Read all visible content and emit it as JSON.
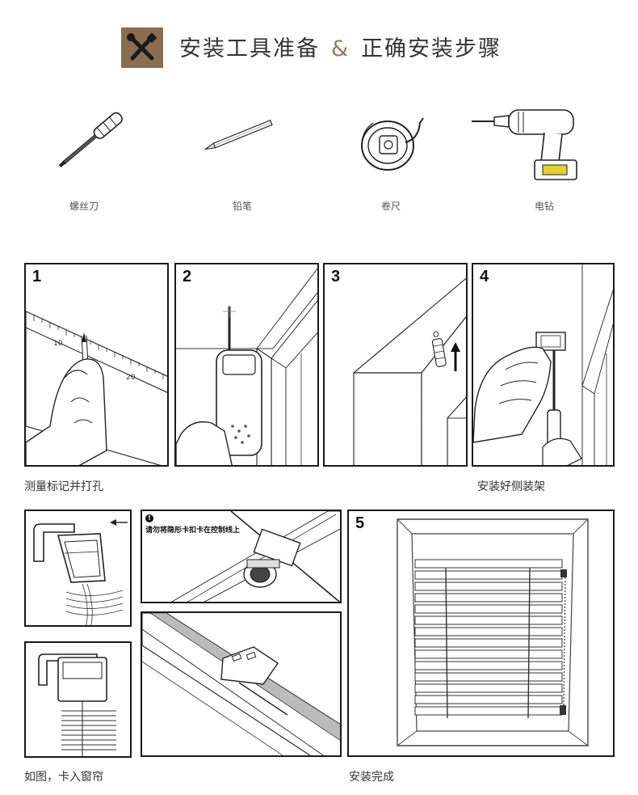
{
  "header": {
    "title_left": "安装工具准备",
    "ampersand": "&",
    "title_right": "正确安装步骤",
    "icon": "tools-cross-icon",
    "icon_color": "#8a6d50"
  },
  "tools": [
    {
      "label": "螺丝刀",
      "icon": "screwdriver-icon"
    },
    {
      "label": "铅笔",
      "icon": "pencil-icon"
    },
    {
      "label": "卷尺",
      "icon": "tape-measure-icon"
    },
    {
      "label": "电钻",
      "icon": "power-drill-icon"
    }
  ],
  "steps": {
    "s1": "1",
    "s2": "2",
    "s3": "3",
    "s4": "4",
    "s5": "5"
  },
  "captions": {
    "measure": "测量标记并打孔",
    "bracket": "安装好侧装架",
    "insert": "如图，卡入窗帘",
    "done": "安装完成"
  },
  "notice": {
    "mark": "!",
    "text": "请勿将隐形卡扣卡在控制线上"
  },
  "ruler": {
    "tick_10": "10",
    "tick_20": "20"
  }
}
